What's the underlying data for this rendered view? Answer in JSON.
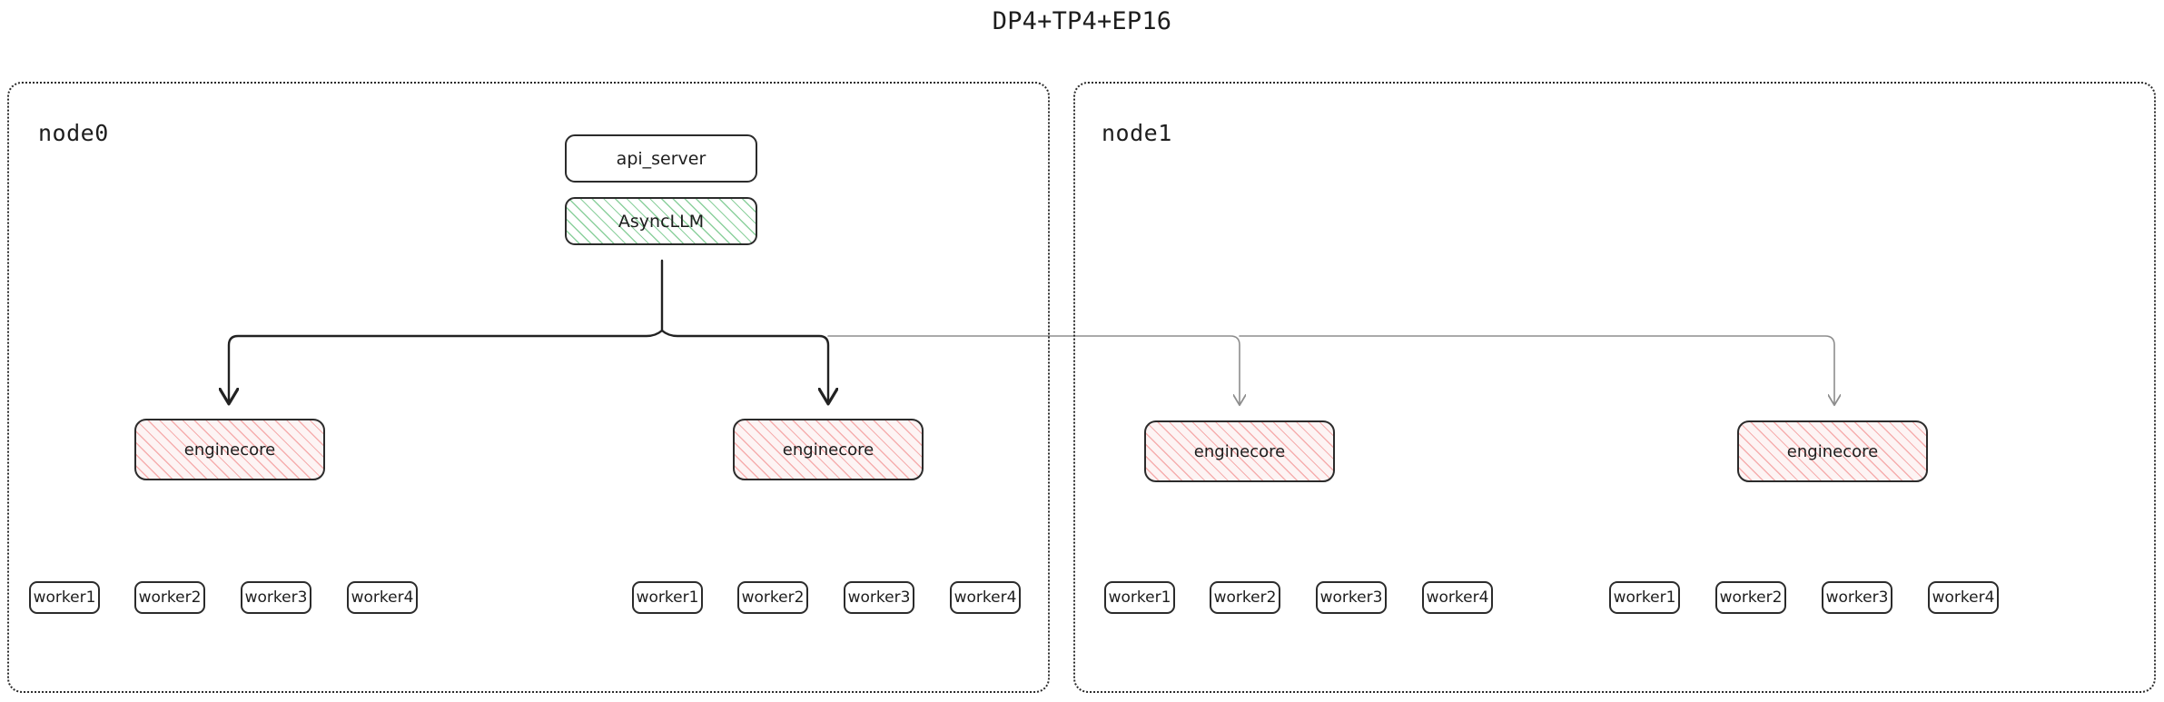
{
  "title": "DP4+TP4+EP16",
  "colors": {
    "text": "#1d1d1d",
    "border": "#2b2b2b",
    "async_hatch": "#78c88c",
    "engine_hatch": "#f39696",
    "edge_local": "#222222",
    "edge_remote": "#9a9a9a",
    "group_border": "#2b2b2b"
  },
  "nodes": [
    {
      "id": "node0",
      "label": "node0",
      "frontend": {
        "api_server": "api_server",
        "async_llm": "AsyncLLM"
      },
      "enginecores": [
        {
          "label": "enginecore",
          "workers": [
            "worker1",
            "worker2",
            "worker3",
            "worker4"
          ]
        },
        {
          "label": "enginecore",
          "workers": [
            "worker1",
            "worker2",
            "worker3",
            "worker4"
          ]
        }
      ]
    },
    {
      "id": "node1",
      "label": "node1",
      "frontend": null,
      "enginecores": [
        {
          "label": "enginecore",
          "workers": [
            "worker1",
            "worker2",
            "worker3",
            "worker4"
          ]
        },
        {
          "label": "enginecore",
          "workers": [
            "worker1",
            "worker2",
            "worker3",
            "worker4"
          ]
        }
      ]
    }
  ],
  "edges": [
    {
      "from": "AsyncLLM",
      "to": "node0.enginecore0",
      "style": "local"
    },
    {
      "from": "AsyncLLM",
      "to": "node0.enginecore1",
      "style": "local"
    },
    {
      "from": "AsyncLLM",
      "to": "node1.enginecore0",
      "style": "remote"
    },
    {
      "from": "AsyncLLM",
      "to": "node1.enginecore1",
      "style": "remote"
    }
  ]
}
